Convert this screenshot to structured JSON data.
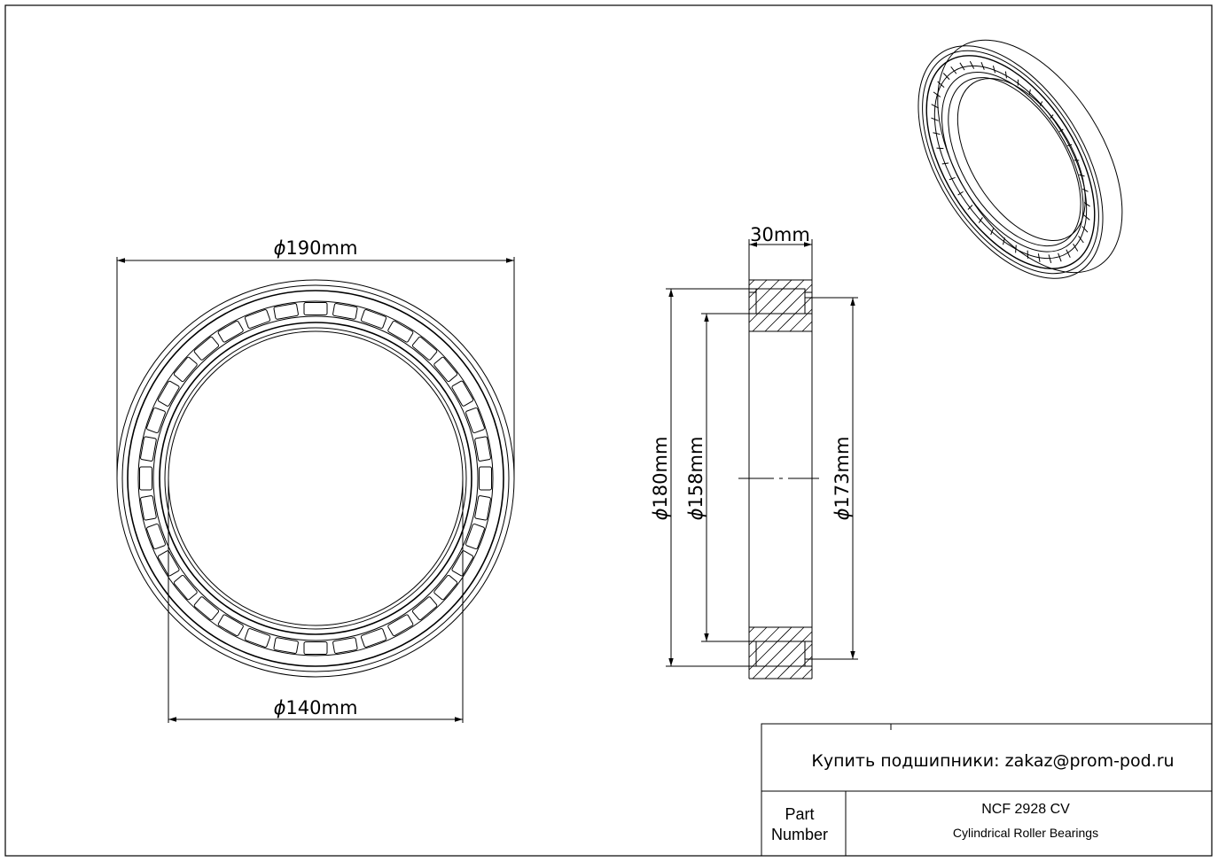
{
  "dimensions": {
    "outer_diameter": "190mm",
    "inner_diameter": "140mm",
    "width": "30mm",
    "side_outer": "180mm",
    "side_inner": "158mm",
    "side_right": "173mm"
  },
  "title_block": {
    "contact": "Купить подшипники: zakaz@prom-pod.ru",
    "part_label_line1": "Part",
    "part_label_line2": "Number",
    "part_number": "NCF 2928 CV",
    "description": "Cylindrical Roller Bearings"
  },
  "colors": {
    "line": "#000000",
    "background": "#ffffff"
  }
}
